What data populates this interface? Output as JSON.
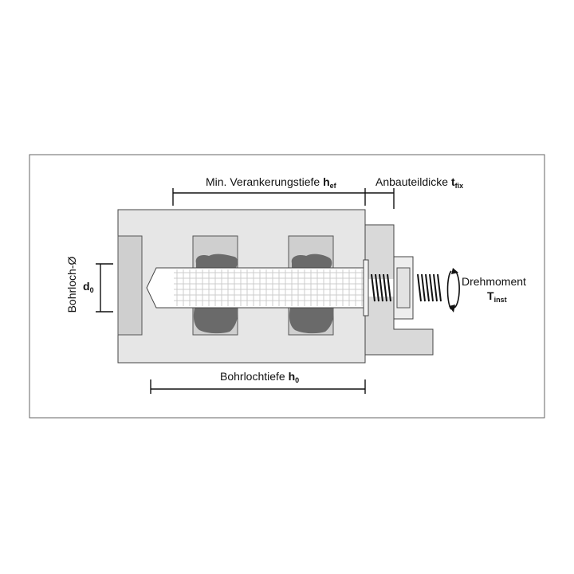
{
  "labels": {
    "anchor_depth": {
      "text": "Min. Verankerungstiefe ",
      "sym": "h",
      "sub": "ef"
    },
    "fixture_thickness": {
      "text": "Anbauteildicke ",
      "sym": "t",
      "sub": "fix"
    },
    "hole_depth": {
      "text": "Bohrlochtiefe ",
      "sym": "h",
      "sub": "0"
    },
    "hole_diameter": {
      "text": "Bohrloch-Ø"
    },
    "d0": {
      "sym": "d",
      "sub": "0"
    },
    "torque": {
      "text": "Drehmoment",
      "sym": "T",
      "sub": "inst"
    }
  },
  "colors": {
    "concrete": "#e6e6e6",
    "sleeve": "#cfcfcf",
    "mortar": "#6a6a6a",
    "fixture": "#d9d9d9",
    "stroke": "#333333",
    "line": "#111111"
  }
}
